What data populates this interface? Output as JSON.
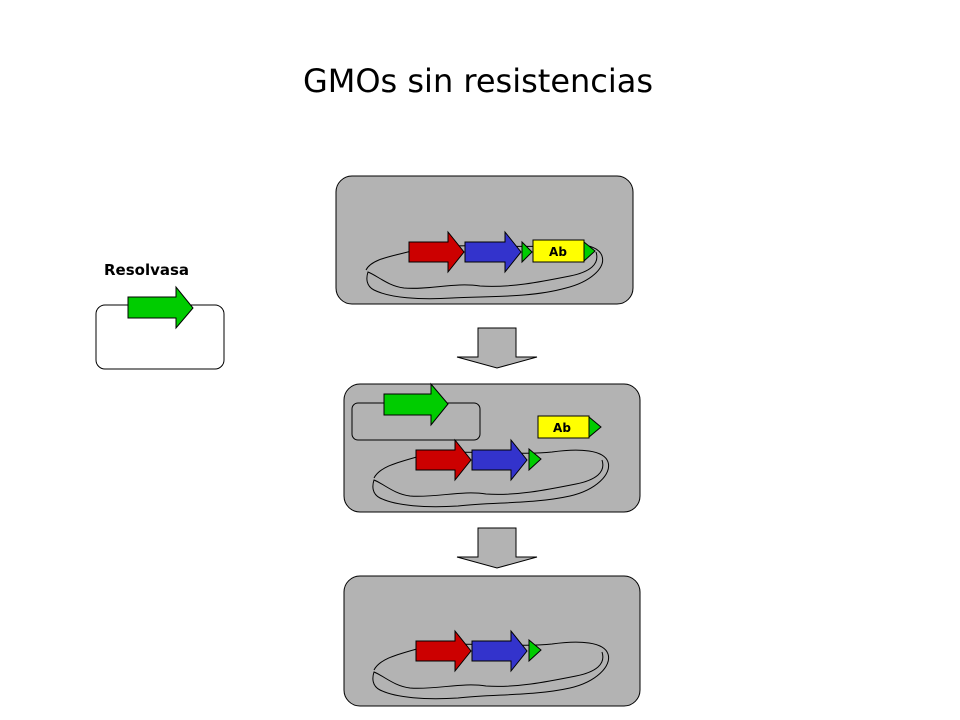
{
  "title": "GMOs sin resistencias",
  "resolvase_label": "Resolvasa",
  "marker_label": "Ab",
  "colors": {
    "background": "#ffffff",
    "cell_fill": "#b3b3b3",
    "plasmid_fill": "#ffffff",
    "gene_red": "#cc0000",
    "gene_blue": "#3333cc",
    "gene_green": "#00cc00",
    "marker_yellow": "#ffff00",
    "flow_arrow": "#b3b3b3",
    "outline": "#000000"
  },
  "icons": [
    "red-gene-arrow-icon",
    "blue-gene-arrow-icon",
    "green-resolvase-arrow-icon",
    "yellow-ab-marker-icon",
    "down-arrow-icon"
  ]
}
